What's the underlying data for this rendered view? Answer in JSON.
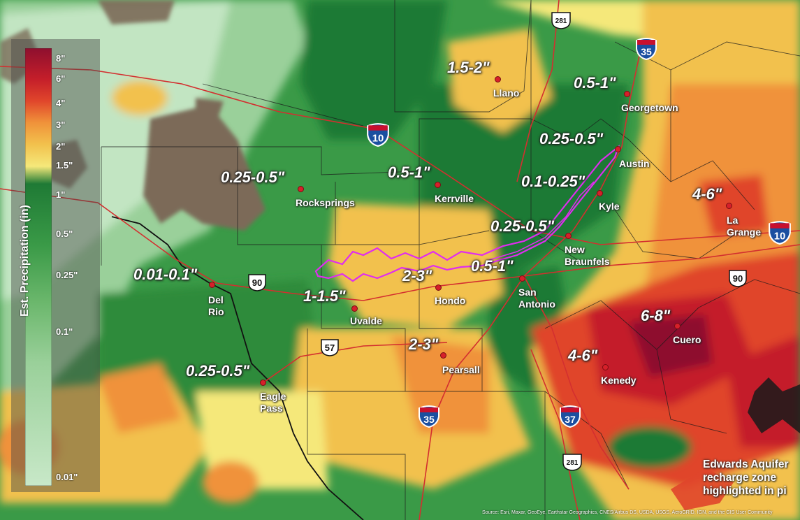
{
  "colors": {
    "dark_green": "#1f7a35",
    "green": "#3a9a47",
    "light_green": "#7fc47f",
    "pale_green": "#c2e5c2",
    "yellow": "#f5e87a",
    "gold": "#f2c14d",
    "orange": "#f0923a",
    "red_orange": "#e0452b",
    "red": "#c41e2a",
    "dark_red": "#8e0f2e",
    "terrain": "#7b6a58",
    "aquifer_outline": "#e02cf0",
    "road": "#d32f2f",
    "city_dot": "#d6202a"
  },
  "legend": {
    "title": "Est. Precipitation (in)",
    "ticks": [
      "8\"",
      "6\"",
      "4\"",
      "3\"",
      "2\"",
      "1.5\"",
      "1\"",
      "0.5\"",
      "0.25\"",
      "0.1\"",
      "0.01\""
    ]
  },
  "cities": [
    {
      "id": "llano",
      "name": "Llano"
    },
    {
      "id": "georgetown",
      "name": "Georgetown"
    },
    {
      "id": "austin",
      "name": "Austin"
    },
    {
      "id": "kyle",
      "name": "Kyle"
    },
    {
      "id": "kerrville",
      "name": "Kerrville"
    },
    {
      "id": "rocksprings",
      "name": "Rocksprings"
    },
    {
      "id": "la-grange",
      "name": "La\nGrange"
    },
    {
      "id": "new-braunfels",
      "name": "New\nBraunfels"
    },
    {
      "id": "del-rio",
      "name": "Del\nRio"
    },
    {
      "id": "uvalde",
      "name": "Uvalde"
    },
    {
      "id": "hondo",
      "name": "Hondo"
    },
    {
      "id": "san-antonio",
      "name": "San\nAntonio"
    },
    {
      "id": "cuero",
      "name": "Cuero"
    },
    {
      "id": "pearsall",
      "name": "Pearsall"
    },
    {
      "id": "kenedy",
      "name": "Kenedy"
    },
    {
      "id": "eagle-pass",
      "name": "Eagle\nPass"
    }
  ],
  "amounts": {
    "llano": "1.5-2\"",
    "georgetown": "0.5-1\"",
    "austin": "0.25-0.5\"",
    "kyle": "0.1-0.25\"",
    "kerrville": "0.5-1\"",
    "rocksprings": "0.25-0.5\"",
    "la_grange": "4-6\"",
    "new_braunfels": "0.25-0.5\"",
    "del_rio": "0.01-0.1\"",
    "uvalde": "1-1.5\"",
    "hondo": "2-3\"",
    "san_antonio": "0.5-1\"",
    "cuero": "6-8\"",
    "pearsall": "2-3\"",
    "kenedy": "4-6\"",
    "eagle_pass": "0.25-0.5\""
  },
  "highways": {
    "i35_north": "35",
    "i35_south": "35",
    "i10_west": "10",
    "i10_east": "10",
    "i37": "37",
    "us281_north": "281",
    "us281_south": "281",
    "us90_west": "90",
    "us90_east": "90",
    "us57": "57"
  },
  "note": "Edwards Aquifer\nrecharge zone\nhighlighted in pi",
  "source": "Source: Esri, Maxar, GeoEye, Earthstar Geographics, CNES/Airbus DS, USDA, USGS, AeroGRID, IGN, and the GIS User Community"
}
